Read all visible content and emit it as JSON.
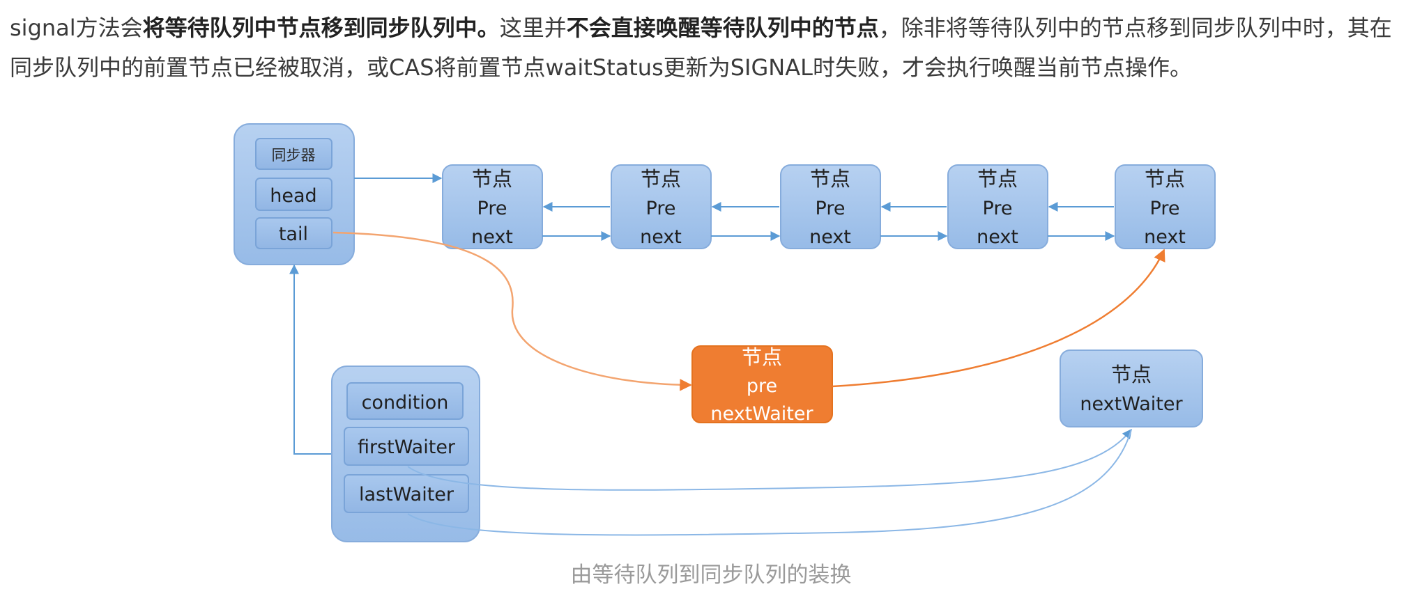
{
  "paragraph": {
    "s1": "signal方法会",
    "b1": "将等待队列中节点移到同步队列中。",
    "s2": "这里并",
    "b2": "不会直接唤醒等待队列中的节点",
    "s3": "，除非将等待队列中的节点移到同步队列中时，其在同步队列中的前置节点已经被取消，或CAS将前置节点waitStatus更新为SIGNAL时失败，才会执行唤醒当前节点操作。"
  },
  "diagram": {
    "sync": {
      "title": "同步器",
      "head": "head",
      "tail": "tail"
    },
    "queue_nodes": [
      {
        "title": "节点",
        "pre": "Pre",
        "next": "next"
      },
      {
        "title": "节点",
        "pre": "Pre",
        "next": "next"
      },
      {
        "title": "节点",
        "pre": "Pre",
        "next": "next"
      },
      {
        "title": "节点",
        "pre": "Pre",
        "next": "next"
      },
      {
        "title": "节点",
        "pre": "Pre",
        "next": "next"
      }
    ],
    "moving_node": {
      "title": "节点",
      "pre": "pre",
      "next": "nextWaiter"
    },
    "wait_node": {
      "title": "节点",
      "next": "nextWaiter"
    },
    "condition": {
      "title": "condition",
      "first": "firstWaiter",
      "last": "lastWaiter"
    },
    "colors": {
      "box": "#a3c4ec",
      "box_border": "#86acdc",
      "inner": "#98bbe8",
      "arrow": "#5b9bd5",
      "orange": "#ef7d31",
      "orange_line": "#f3a46f"
    }
  },
  "caption": "由等待队列到同步队列的装换"
}
